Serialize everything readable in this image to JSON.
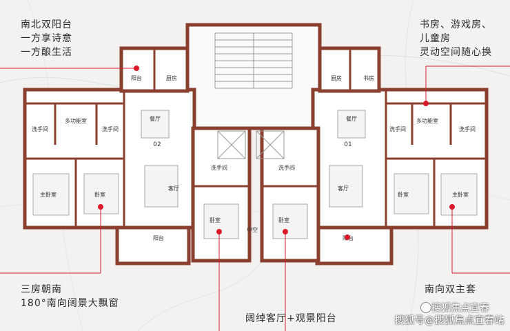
{
  "callouts": {
    "north_south_balcony": [
      "南北双阳台",
      "一方享诗意",
      "一方酿生活"
    ],
    "flex_room": [
      "书房、游戏房、",
      "儿童房",
      "灵动空间随心换"
    ],
    "three_rooms_south": [
      "三房朝南",
      "180°南向阔景大飘窗"
    ],
    "dual_master": [
      "南向双主套"
    ],
    "living_balcony": [
      "阔绰客厅+观景阳台"
    ]
  },
  "rooms": {
    "balcony": "阳台",
    "kitchen": "厨房",
    "study": "书房",
    "multi_function": "多功能室",
    "washroom": "洗手间",
    "dining": "餐厅",
    "living": "客厅",
    "master_bedroom": "主卧室",
    "bedroom": "卧室",
    "courtyard": "中空",
    "unit_left": "02",
    "unit_right": "01"
  },
  "watermark": {
    "source": "搜狐号@搜狐焦点宜春站",
    "overlay": "搜狐焦点宜春"
  },
  "colors": {
    "wall": "#8a3f2f",
    "marker": "#d9192b",
    "leader": "#d9192b",
    "text": "#2b2b2b"
  }
}
